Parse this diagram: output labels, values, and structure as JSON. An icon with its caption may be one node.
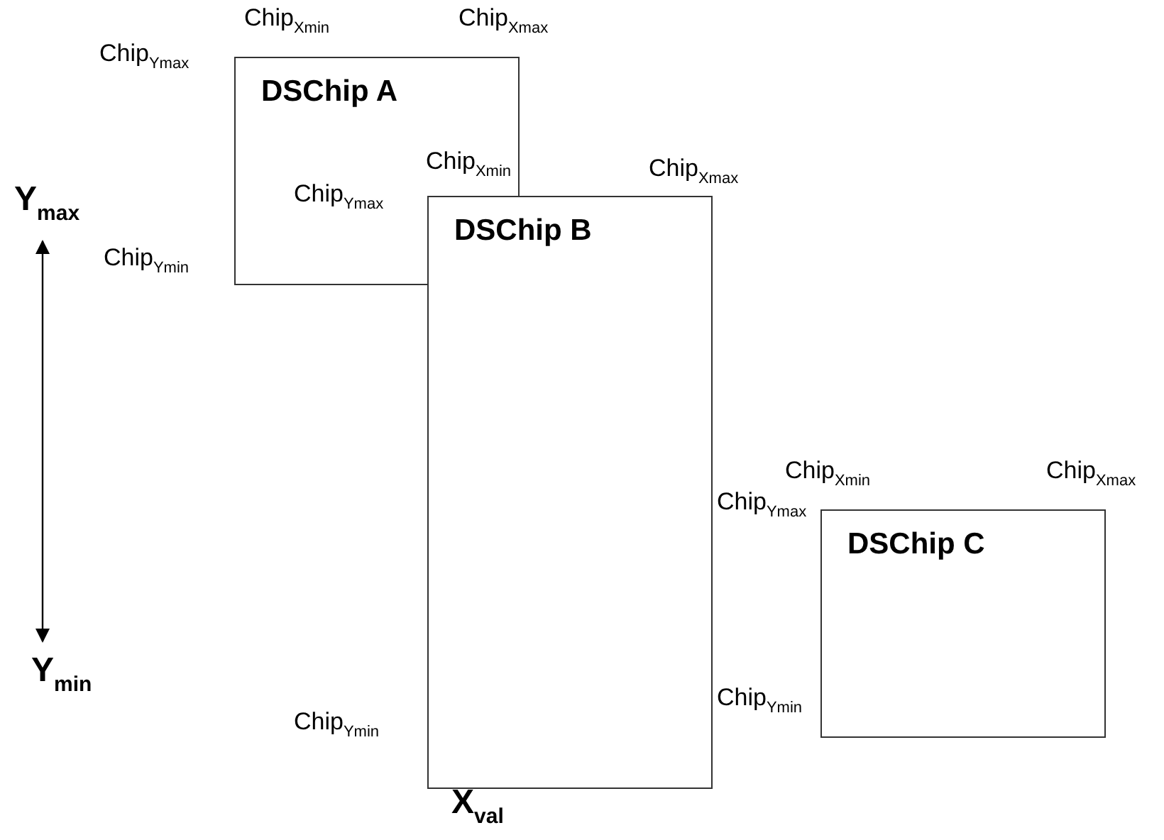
{
  "diagram": {
    "nodes": [
      {
        "text": [
          "DSChip A"
        ]
      },
      {
        "text": [
          "DSChip B"
        ]
      },
      {
        "text": [
          "DSChip C"
        ]
      }
    ],
    "edges": [],
    "labels": [
      "Chip$_{Xmin}$",
      "Chip$_{Xmax}$",
      "Chip$_{Ymax}$",
      "Chip$_{Xmin}$",
      "Chip$_{Ymax}$",
      "Y$_{max}$",
      "Chip$_{Xmax}$",
      "Chip$_{Ymin}$",
      "Chip$_{Xmin}$",
      "Chip$_{Xmax}$",
      "Chip$_{Ymax}$",
      "Y$_{min}$",
      "Chip$_{Ymin}$",
      "Chip$_{Ymin}$",
      "X$_{val}$"
    ]
  }
}
